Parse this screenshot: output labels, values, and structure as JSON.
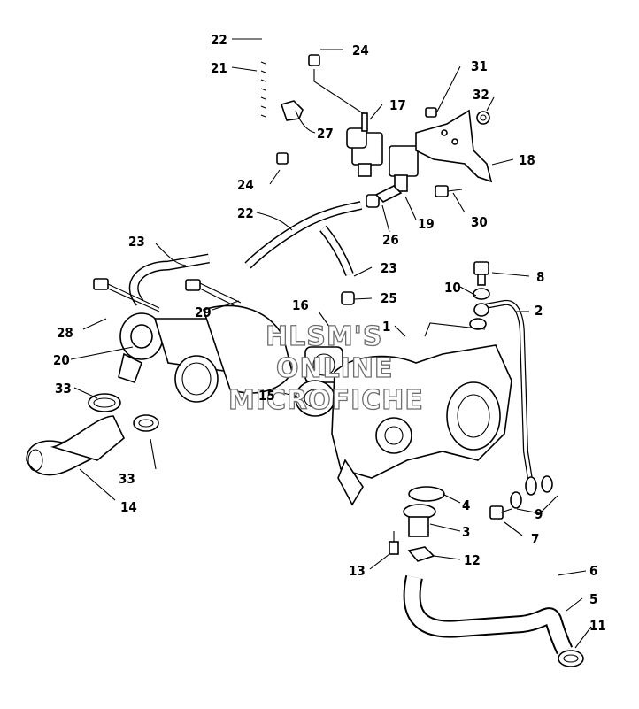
{
  "callouts": {
    "c22a": "22",
    "c24a": "24",
    "c21": "21",
    "c27": "27",
    "c17": "17",
    "c31": "31",
    "c32": "32",
    "c18": "18",
    "c24b": "24",
    "c22b": "22",
    "c26": "26",
    "c19": "19",
    "c30": "30",
    "c23a": "23",
    "c23b": "23",
    "c8": "8",
    "c10": "10",
    "c2": "2",
    "c25": "25",
    "c16": "16",
    "c1": "1",
    "c28": "28",
    "c29": "29",
    "c20": "20",
    "c15": "15",
    "c33a": "33",
    "c33b": "33",
    "c14": "14",
    "c4": "4",
    "c9": "9",
    "c7": "7",
    "c3": "3",
    "c13": "13",
    "c12": "12",
    "c6": "6",
    "c5": "5",
    "c11": "11"
  },
  "watermark": {
    "line1": "HLSM'S",
    "line2": "ONLINE",
    "line3": "MICROFICHE"
  }
}
